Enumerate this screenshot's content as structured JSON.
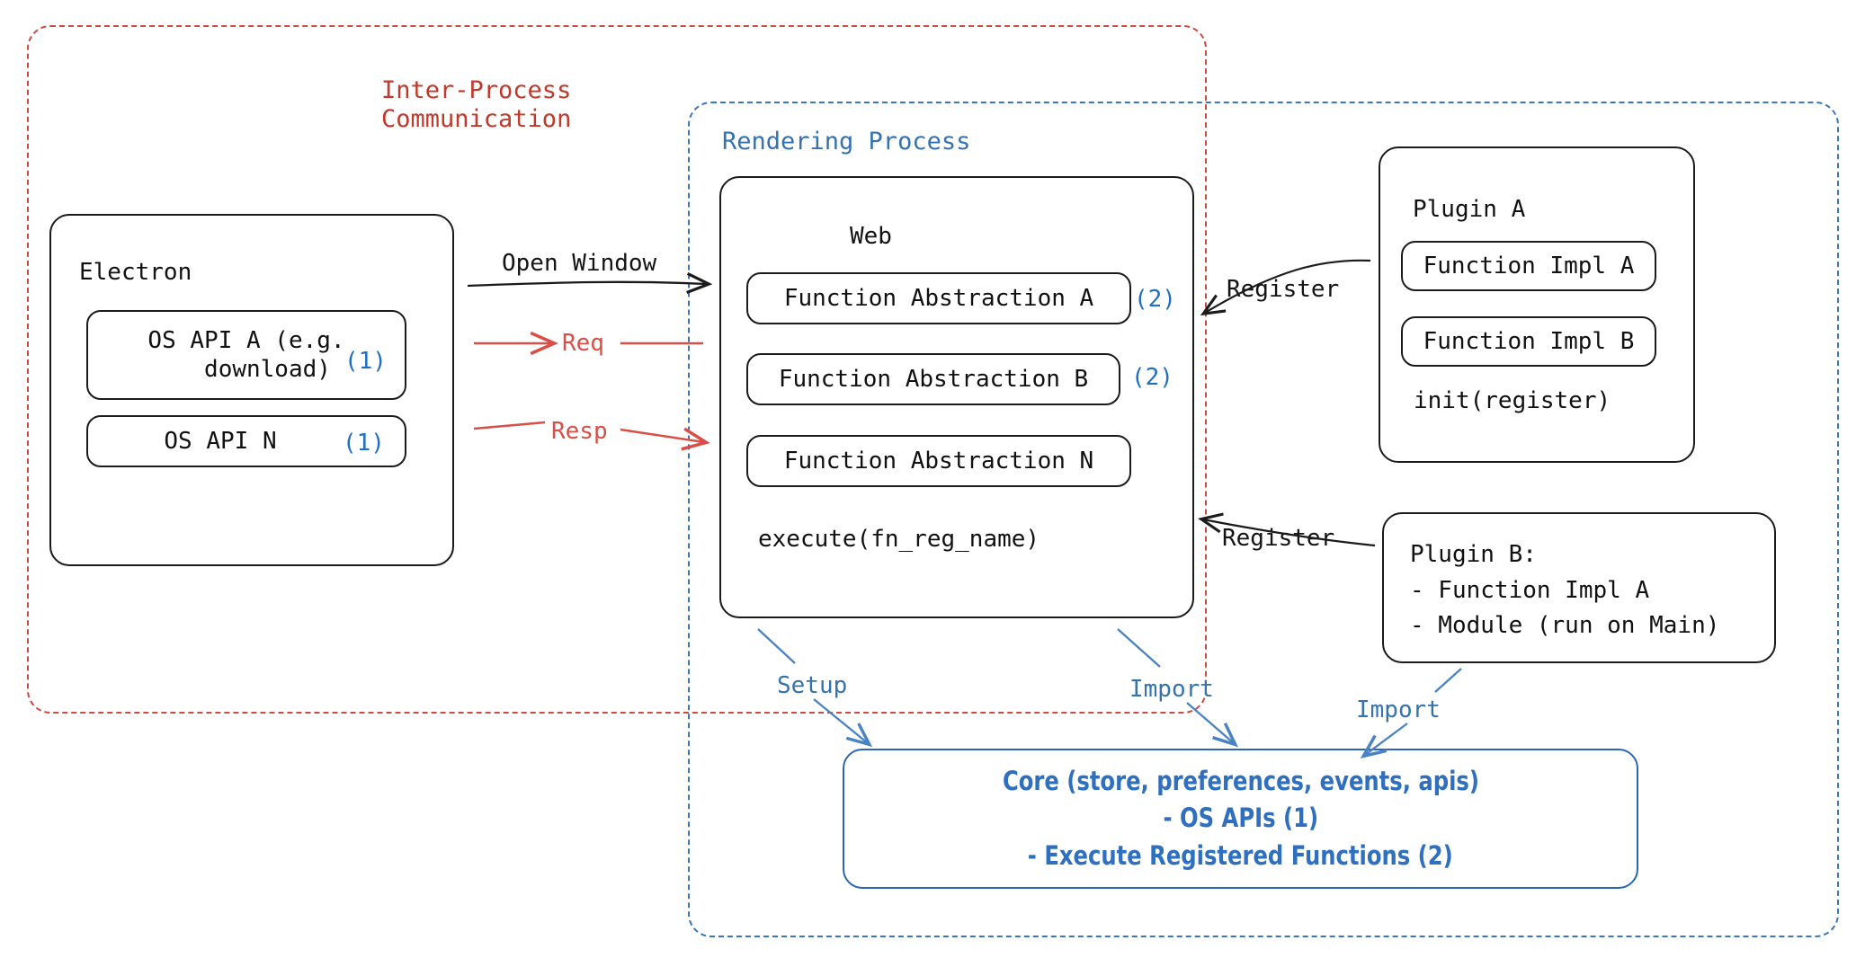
{
  "regions": {
    "ipc": {
      "label": "Inter-Process\nCommunication",
      "color": "#c0392b"
    },
    "rendering": {
      "label": "Rendering Process",
      "color": "#3572b0"
    }
  },
  "electron": {
    "title": "Electron",
    "apis": [
      {
        "text": "OS API A (e.g.\n   download)",
        "marker": "(1)"
      },
      {
        "text": "OS API N",
        "marker": "(1)"
      }
    ]
  },
  "web": {
    "title": "Web",
    "abstractions": [
      {
        "text": "Function Abstraction A",
        "marker": "(2)"
      },
      {
        "text": "Function Abstraction B",
        "marker": "(2)"
      },
      {
        "text": "Function Abstraction N",
        "marker": ""
      }
    ],
    "execute": "execute(fn_reg_name)"
  },
  "plugin_a": {
    "title": "Plugin A",
    "impls": [
      "Function Impl A",
      "Function Impl B"
    ],
    "init": "init(register)"
  },
  "plugin_b": {
    "lines": [
      "Plugin B:",
      "- Function Impl A",
      "- Module (run on Main)"
    ]
  },
  "core": {
    "lines": [
      "Core (store, preferences, events, apis)",
      "- OS APIs (1)",
      "- Execute Registered Functions (2)"
    ],
    "color": "#2f6fc0"
  },
  "edges": {
    "open_window": "Open Window",
    "req": "Req",
    "resp": "Resp",
    "register_a": "Register",
    "register_b": "Register",
    "setup": "Setup",
    "import_web": "Import",
    "import_plugin": "Import"
  },
  "colors": {
    "ipc_red": "#c0392b",
    "arrow_red": "#d94f47",
    "blue": "#3572b0",
    "core_blue": "#2f6fc0",
    "ink": "#1b1b1b"
  }
}
